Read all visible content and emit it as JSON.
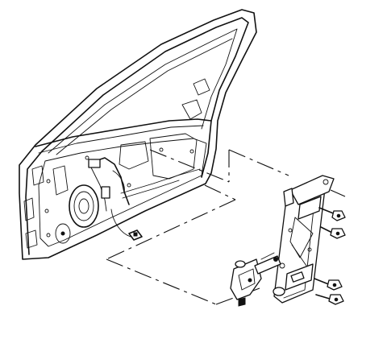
{
  "diagram": {
    "colors": {
      "line": "#111111",
      "background": "#ffffff"
    },
    "parts": [
      "front-door",
      "inner-door-panel",
      "speaker-opening",
      "wiring-harness",
      "electrical-connector",
      "window-regulator",
      "regulator-motor",
      "upper-bolts",
      "lower-bolts",
      "motor-mounting-bracket"
    ]
  }
}
